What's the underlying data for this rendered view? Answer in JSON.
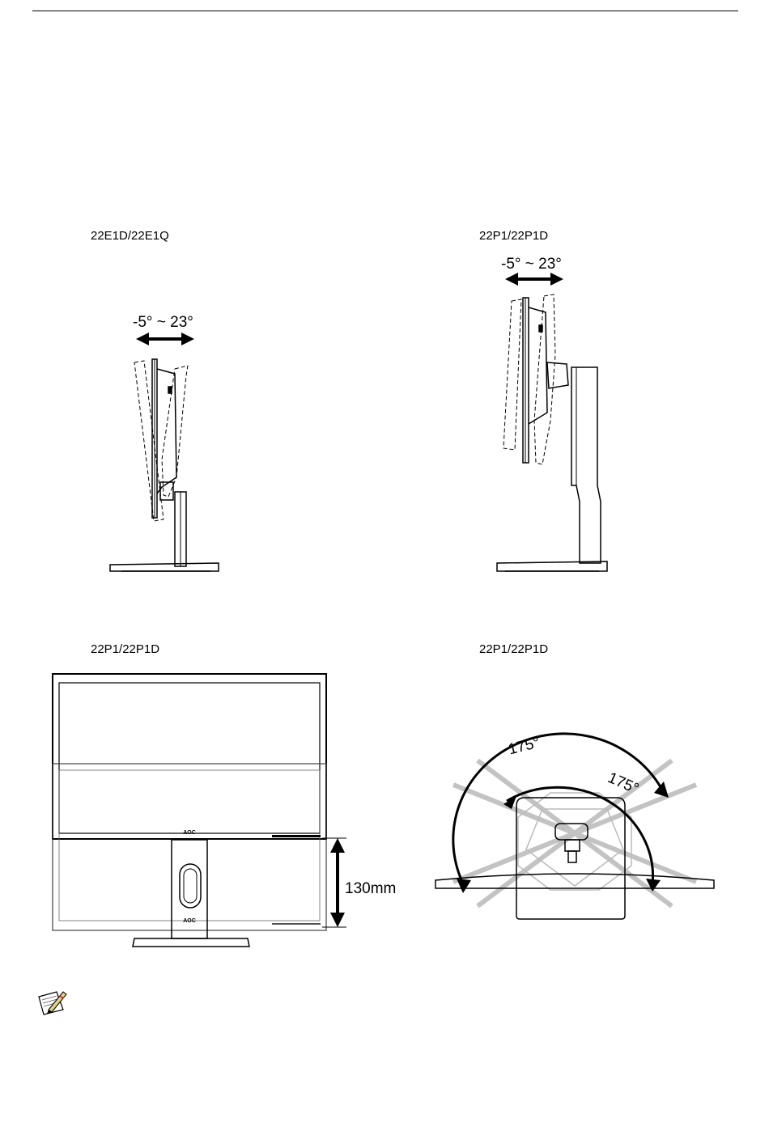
{
  "figures": {
    "tilt_e1": {
      "caption": "22E1D/22E1Q",
      "tilt_range": "-5° ~ 23°"
    },
    "tilt_p1": {
      "caption": "22P1/22P1D",
      "tilt_range": "-5° ~ 23°"
    },
    "height": {
      "caption": "22P1/22P1D",
      "logo_top": "AOC",
      "logo_bottom": "AOC",
      "height_adjustment": "130mm"
    },
    "swivel": {
      "caption": "22P1/22P1D",
      "swivel_left": "175°",
      "swivel_right": "175°"
    }
  },
  "note": {
    "icon": "note-pencil-icon"
  }
}
